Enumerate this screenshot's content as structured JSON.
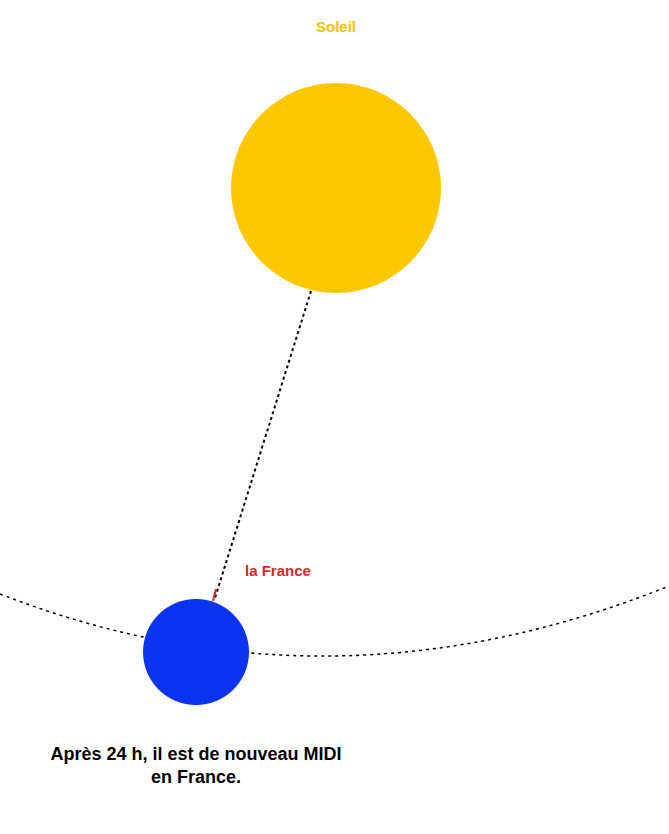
{
  "diagram": {
    "caption": "Après 24 h, il est de nouveau MIDI en France.",
    "nodes": [
      {
        "text": [
          "Soleil"
        ]
      }
    ],
    "labels": [
      "la France"
    ]
  }
}
